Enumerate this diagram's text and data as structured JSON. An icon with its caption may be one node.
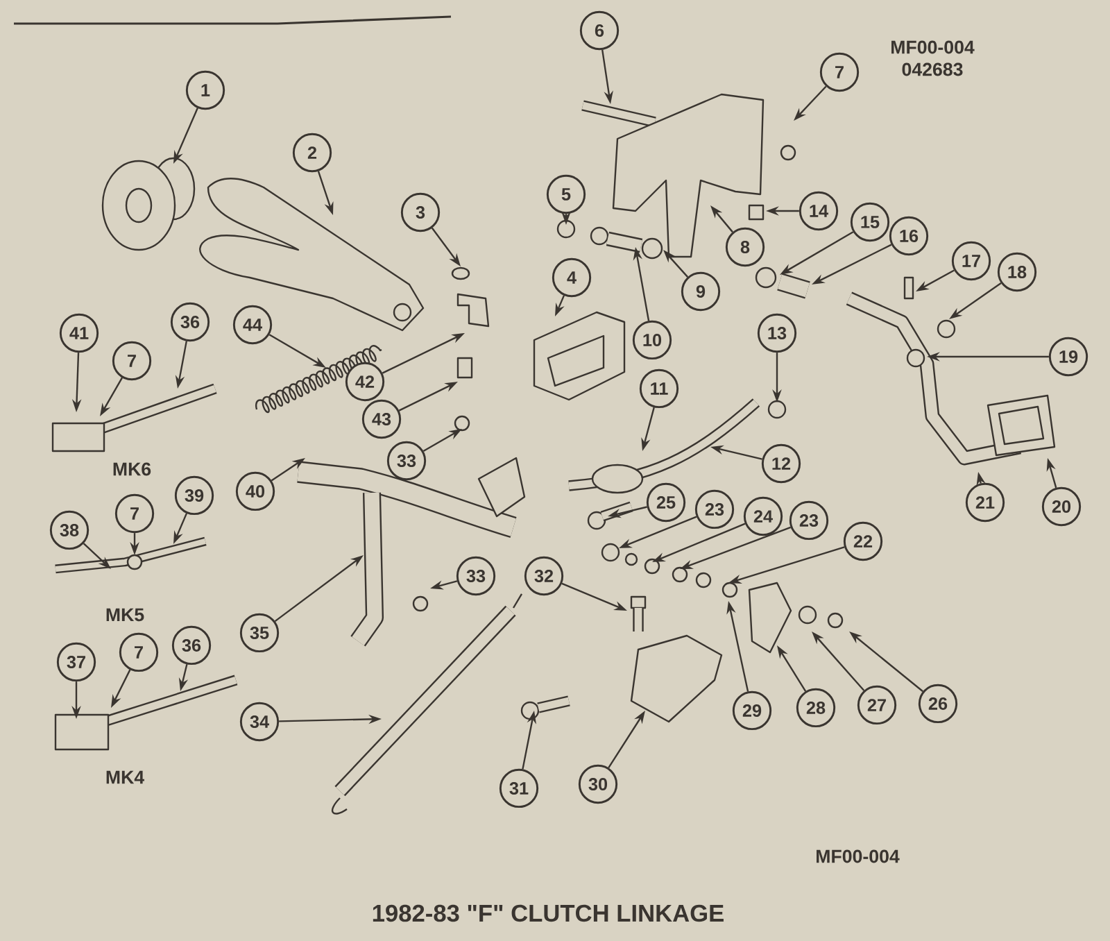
{
  "diagram": {
    "title": "1982-83 \"F\" CLUTCH LINKAGE",
    "nodes": [
      {
        "text": [
          "1"
        ]
      },
      {
        "text": [
          "2"
        ]
      },
      {
        "text": [
          "3"
        ]
      },
      {
        "text": [
          "4"
        ]
      },
      {
        "text": [
          "5"
        ]
      },
      {
        "text": [
          "6"
        ]
      },
      {
        "text": [
          "7"
        ]
      },
      {
        "text": [
          "14"
        ]
      },
      {
        "text": [
          "8"
        ]
      },
      {
        "text": [
          "9"
        ]
      },
      {
        "text": [
          "10"
        ]
      },
      {
        "text": [
          "15"
        ]
      },
      {
        "text": [
          "16"
        ]
      },
      {
        "text": [
          "17"
        ]
      },
      {
        "text": [
          "18"
        ]
      },
      {
        "text": [
          "19"
        ]
      },
      {
        "text": [
          "13"
        ]
      },
      {
        "text": [
          "11"
        ]
      },
      {
        "text": [
          "12"
        ]
      },
      {
        "text": [
          "20"
        ]
      },
      {
        "text": [
          "21"
        ]
      },
      {
        "text": [
          "25"
        ]
      },
      {
        "text": [
          "23"
        ]
      },
      {
        "text": [
          "24"
        ]
      },
      {
        "text": [
          "23"
        ]
      },
      {
        "text": [
          "22"
        ]
      },
      {
        "text": [
          "32"
        ]
      },
      {
        "text": [
          "29"
        ]
      },
      {
        "text": [
          "28"
        ]
      },
      {
        "text": [
          "27"
        ]
      },
      {
        "text": [
          "26"
        ]
      },
      {
        "text": [
          "30"
        ]
      },
      {
        "text": [
          "31"
        ]
      },
      {
        "text": [
          "34"
        ]
      },
      {
        "text": [
          "35"
        ]
      },
      {
        "text": [
          "33"
        ]
      },
      {
        "text": [
          "33"
        ]
      },
      {
        "text": [
          "40"
        ]
      },
      {
        "text": [
          "44"
        ]
      },
      {
        "text": [
          "42"
        ]
      },
      {
        "text": [
          "43"
        ]
      },
      {
        "text": [
          "41"
        ]
      },
      {
        "text": [
          "7"
        ]
      },
      {
        "text": [
          "36"
        ]
      },
      {
        "text": [
          "38"
        ]
      },
      {
        "text": [
          "7"
        ]
      },
      {
        "text": [
          "39"
        ]
      },
      {
        "text": [
          "37"
        ]
      },
      {
        "text": [
          "7"
        ]
      },
      {
        "text": [
          "36"
        ]
      }
    ],
    "edges": [
      {
        "from": 0,
        "to": null,
        "arrow": "to"
      },
      {
        "from": 1,
        "to": null,
        "arrow": "to"
      },
      {
        "from": 2,
        "to": null,
        "arrow": "to"
      },
      {
        "from": 3,
        "to": null,
        "arrow": "to"
      },
      {
        "from": 4,
        "to": null,
        "arrow": "to"
      },
      {
        "from": 5,
        "to": null,
        "arrow": "to"
      },
      {
        "from": 6,
        "to": null,
        "arrow": "to"
      },
      {
        "from": 7,
        "to": null,
        "arrow": "to"
      },
      {
        "from": 8,
        "to": null,
        "arrow": "to"
      },
      {
        "from": 9,
        "to": null,
        "arrow": "to"
      },
      {
        "from": 10,
        "to": null,
        "arrow": "to"
      },
      {
        "from": 11,
        "to": null,
        "arrow": "to"
      },
      {
        "from": 12,
        "to": null,
        "arrow": "to"
      },
      {
        "from": 13,
        "to": null,
        "arrow": "to"
      },
      {
        "from": 14,
        "to": null,
        "arrow": "to"
      },
      {
        "from": 15,
        "to": null,
        "arrow": "to"
      },
      {
        "from": 16,
        "to": null,
        "arrow": "to"
      },
      {
        "from": 17,
        "to": null,
        "arrow": "to"
      },
      {
        "from": 18,
        "to": null,
        "arrow": "to"
      },
      {
        "from": 19,
        "to": null,
        "arrow": "to"
      },
      {
        "from": 20,
        "to": null,
        "arrow": "to"
      },
      {
        "from": 21,
        "to": null,
        "arrow": "to"
      },
      {
        "from": 22,
        "to": null,
        "arrow": "to"
      },
      {
        "from": 23,
        "to": null,
        "arrow": "to"
      },
      {
        "from": 24,
        "to": null,
        "arrow": "to"
      },
      {
        "from": 25,
        "to": null,
        "arrow": "to"
      },
      {
        "from": 26,
        "to": null,
        "arrow": "to"
      },
      {
        "from": 27,
        "to": null,
        "arrow": "to"
      },
      {
        "from": 28,
        "to": null,
        "arrow": "to"
      },
      {
        "from": 29,
        "to": null,
        "arrow": "to"
      },
      {
        "from": 30,
        "to": null,
        "arrow": "to"
      },
      {
        "from": 31,
        "to": null,
        "arrow": "to"
      },
      {
        "from": 32,
        "to": null,
        "arrow": "to"
      },
      {
        "from": 33,
        "to": null,
        "arrow": "to"
      },
      {
        "from": 34,
        "to": null,
        "arrow": "to"
      },
      {
        "from": 35,
        "to": null,
        "arrow": "to"
      },
      {
        "from": 36,
        "to": null,
        "arrow": "to"
      },
      {
        "from": 37,
        "to": null,
        "arrow": "to"
      },
      {
        "from": 38,
        "to": null,
        "arrow": "to"
      },
      {
        "from": 39,
        "to": null,
        "arrow": "to"
      },
      {
        "from": 40,
        "to": null,
        "arrow": "to"
      },
      {
        "from": 41,
        "to": null,
        "arrow": "to"
      },
      {
        "from": 42,
        "to": null,
        "arrow": "to"
      },
      {
        "from": 43,
        "to": null,
        "arrow": "to"
      },
      {
        "from": 44,
        "to": null,
        "arrow": "to"
      },
      {
        "from": 45,
        "to": null,
        "arrow": "to"
      },
      {
        "from": 46,
        "to": null,
        "arrow": "to"
      },
      {
        "from": 47,
        "to": null,
        "arrow": "to"
      },
      {
        "from": 48,
        "to": null,
        "arrow": "to"
      },
      {
        "from": 49,
        "to": null,
        "arrow": "to"
      }
    ],
    "labels": [
      "MF00-004",
      "042683",
      "MK6",
      "MK5",
      "MK4",
      "MF00-004"
    ]
  }
}
